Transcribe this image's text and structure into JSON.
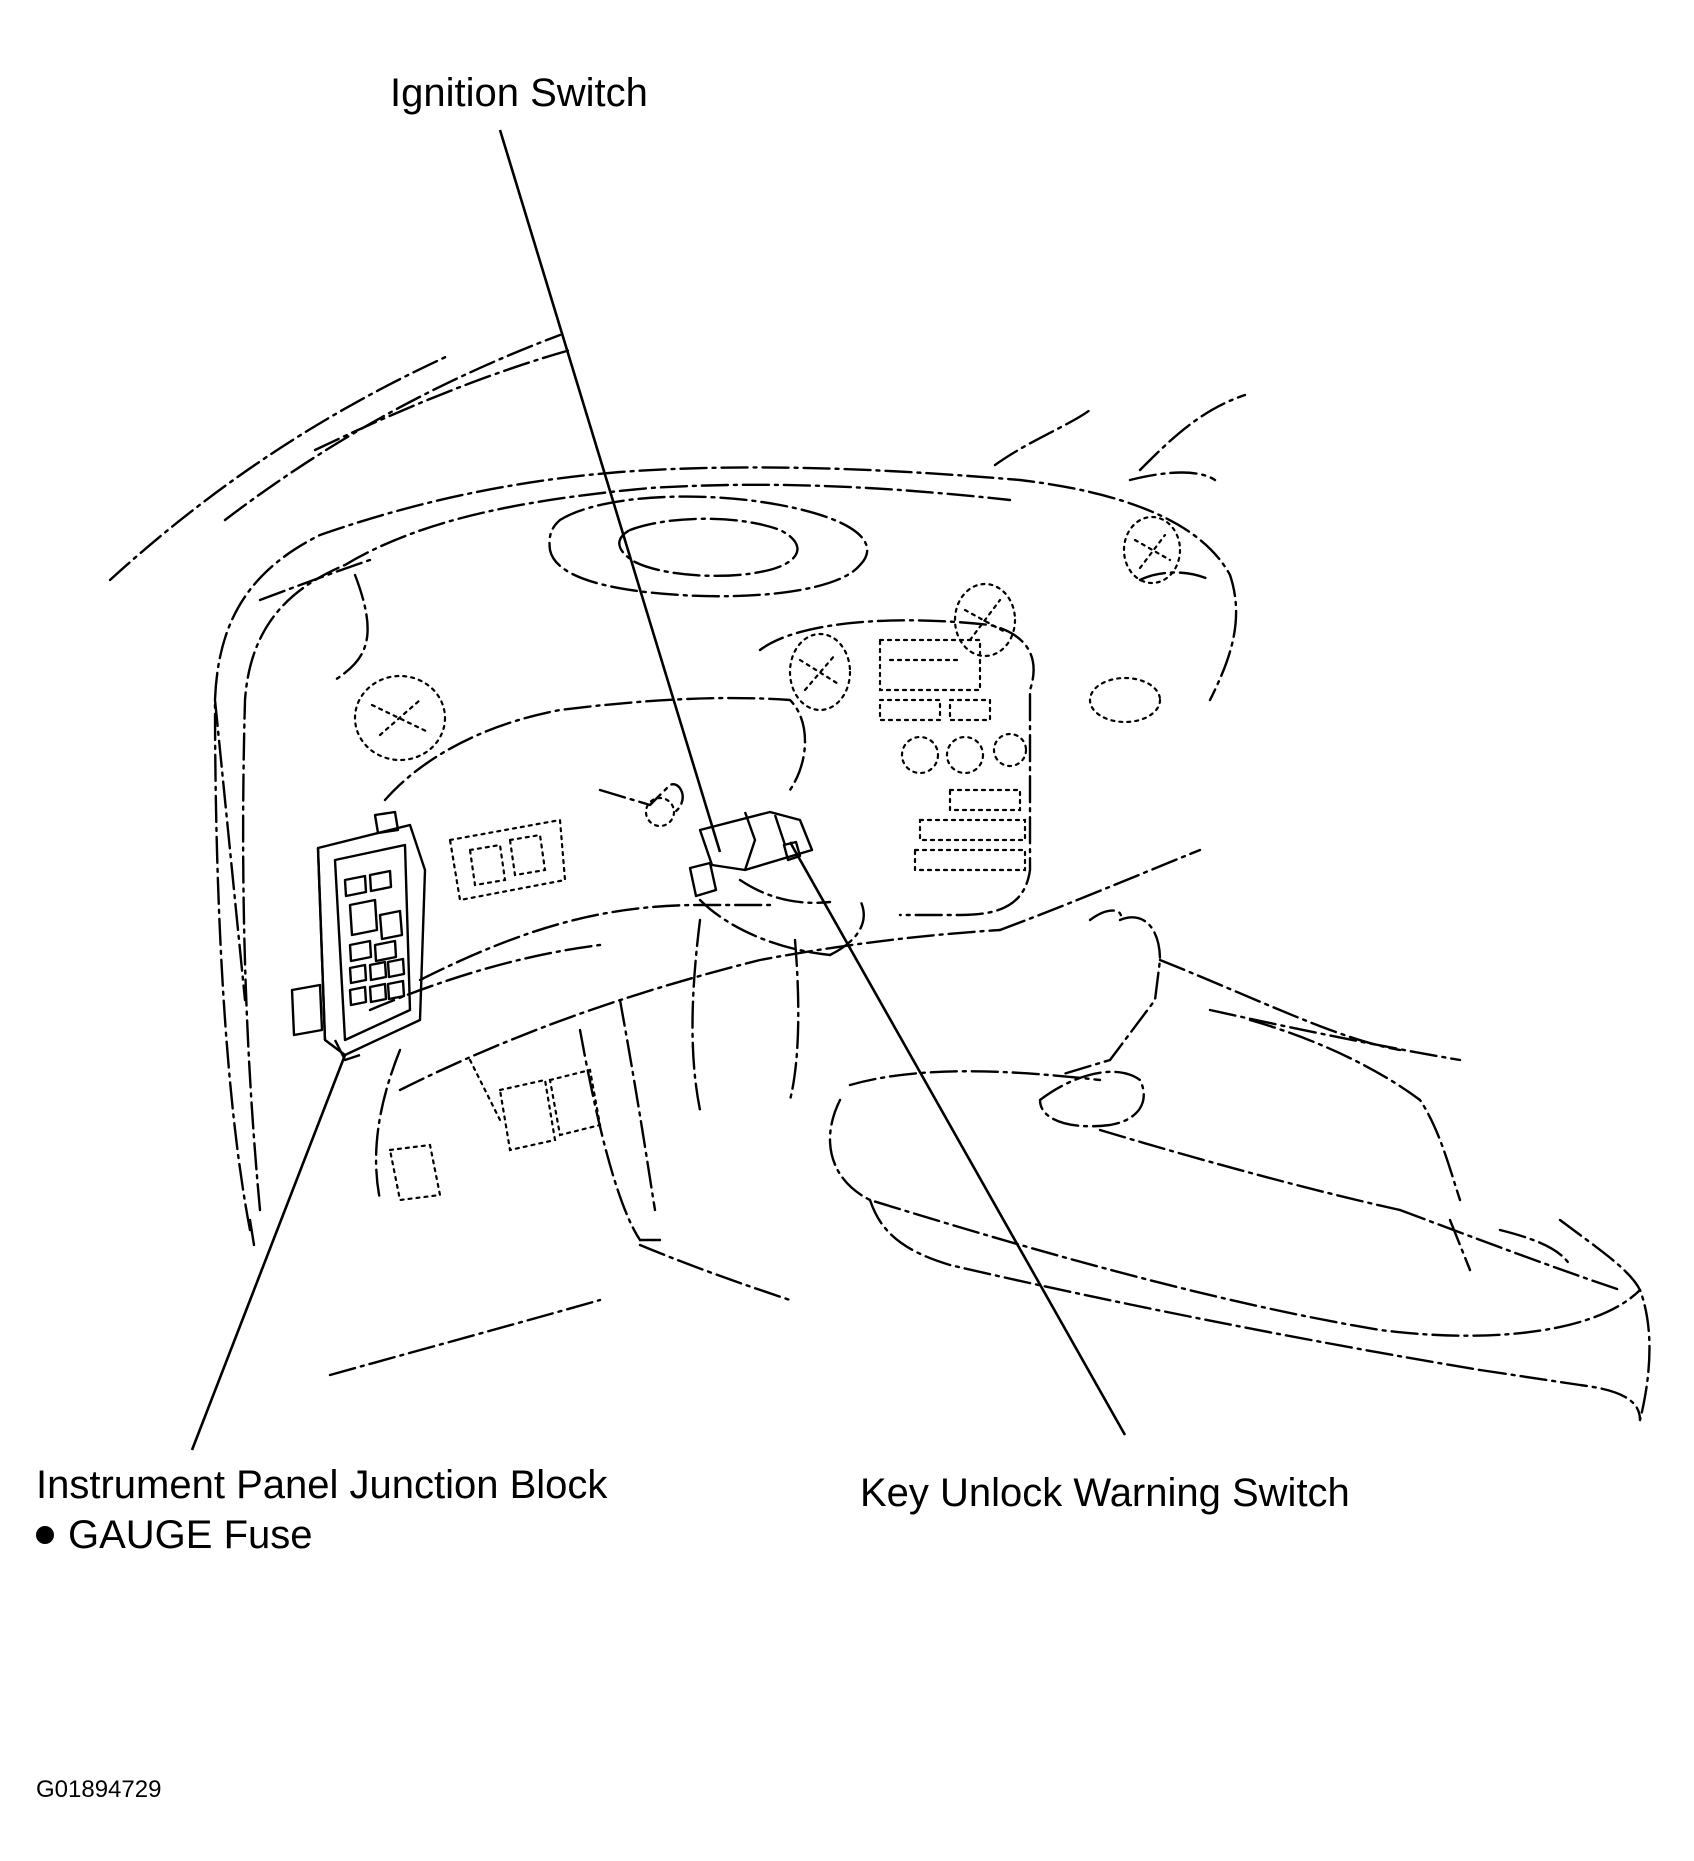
{
  "callouts": {
    "ignition_switch": "Ignition Switch",
    "junction_block": "Instrument Panel Junction Block",
    "gauge_fuse": "GAUGE Fuse",
    "key_unlock_switch": "Key Unlock Warning Switch"
  },
  "figure_id": "G01894729",
  "colors": {
    "line": "#000000",
    "background": "#ffffff"
  },
  "icons": {
    "fuse_bullet": "bullet-icon"
  }
}
